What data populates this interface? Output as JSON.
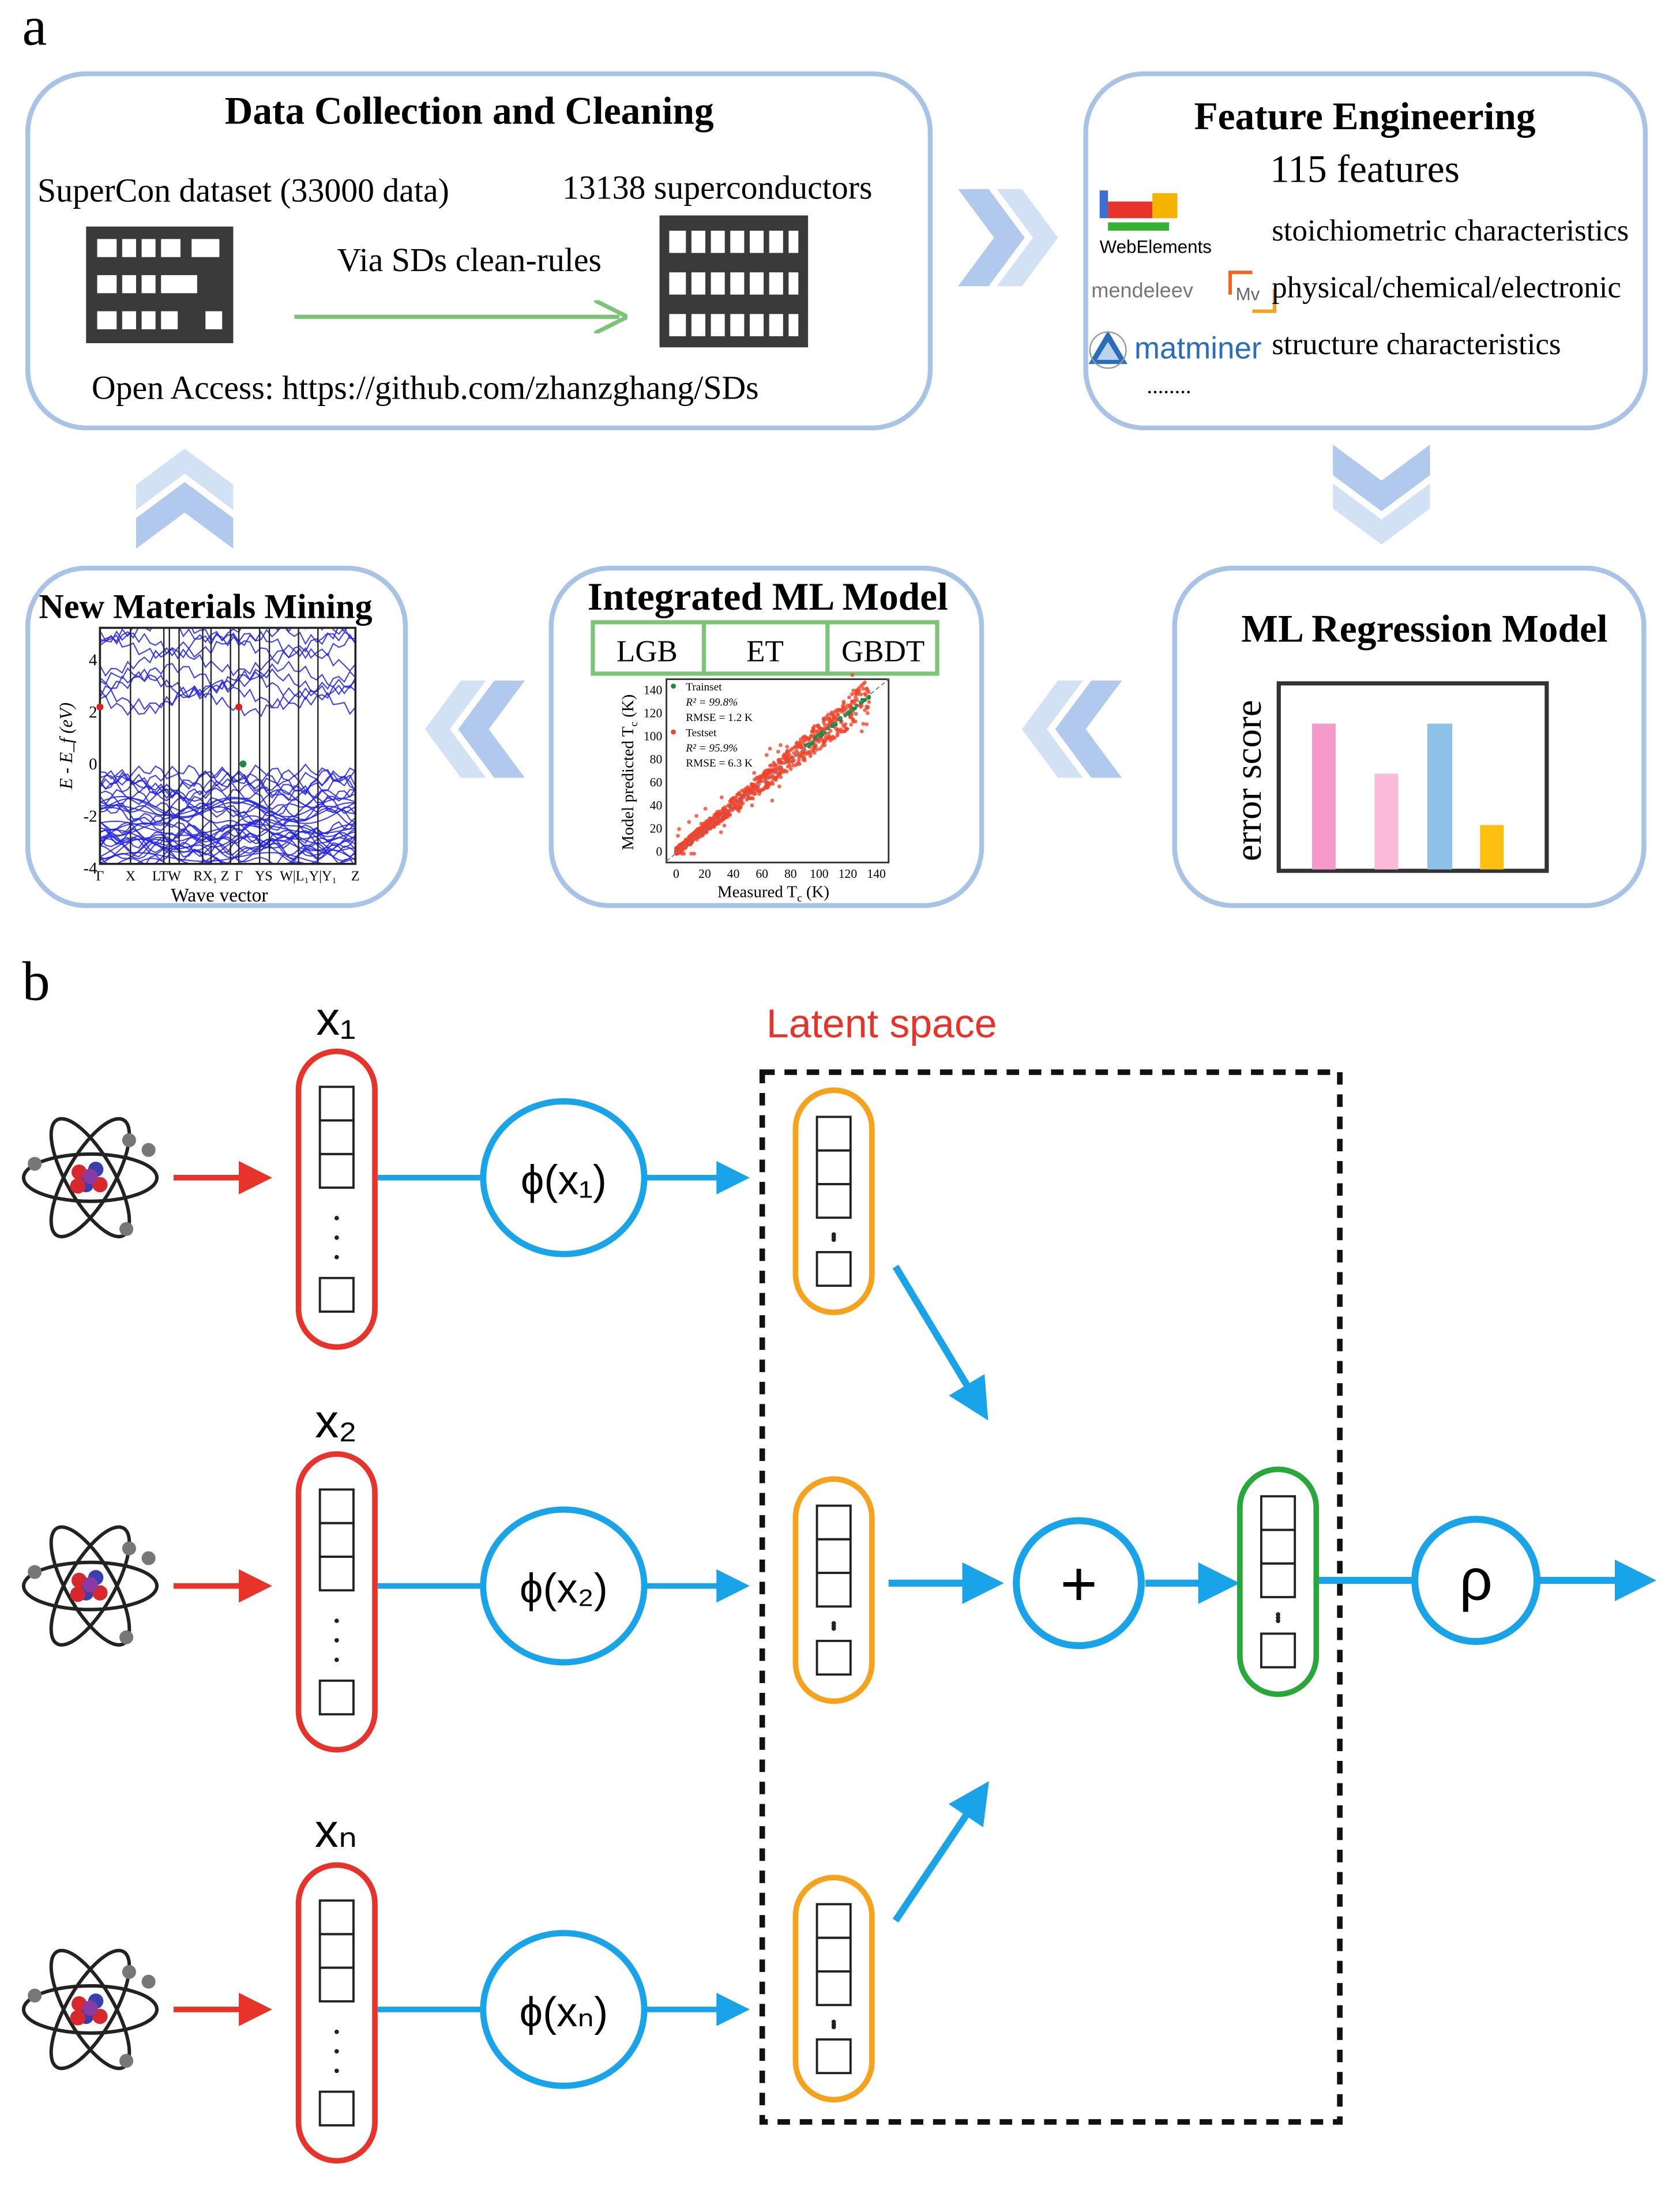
{
  "panel_a": {
    "label": "a",
    "data_collection": {
      "title": "Data Collection and Cleaning",
      "source": "SuperCon dataset (33000 data)",
      "result": "13138 superconductors",
      "process": "Via SDs clean-rules",
      "access": "Open Access: https://github.com/zhanzghang/SDs"
    },
    "feature_engineering": {
      "title": "Feature Engineering",
      "count": "115 features",
      "sources": [
        {
          "name": "WebElements",
          "feature": "stoichiometric characteristics"
        },
        {
          "name": "mendeleev",
          "feature": "physical/chemical/electronic"
        },
        {
          "name": "matminer",
          "feature": "structure characteristics"
        }
      ],
      "mv_logo": "Mv",
      "more": "........"
    },
    "ml_regression": {
      "title": "ML Regression Model",
      "ylabel": "error score",
      "bar_colors": [
        "#f59ac8",
        "#fbbad9",
        "#8ec0e8",
        "#fdc010"
      ]
    },
    "integrated_model": {
      "title": "Integrated ML Model",
      "models": [
        "LGB",
        "ET",
        "GBDT"
      ],
      "plot": {
        "xlabel": "Measured T",
        "xlabel_sub": "c",
        "xlabel_unit": " (K)",
        "ylabel": "Model predicted T",
        "ylabel_sub": "c",
        "ylabel_unit": " (K)",
        "xticks": [
          "0",
          "20",
          "40",
          "60",
          "80",
          "100",
          "120",
          "140"
        ],
        "yticks": [
          "0",
          "20",
          "40",
          "60",
          "80",
          "100",
          "120",
          "140"
        ],
        "legend": {
          "train": "Trainset",
          "train_r2": "R² = 99.8%",
          "train_rmse": "RMSE = 1.2 K",
          "test": "Testset",
          "test_r2": "R² = 95.9%",
          "test_rmse": "RMSE = 6.3 K"
        },
        "train_color": "#1f8a3a",
        "test_color": "#f2442a"
      }
    },
    "materials_mining": {
      "title": "New Materials Mining",
      "ylabel": "E - E_f (eV)",
      "xlabel": "Wave vector",
      "yticks": [
        "4",
        "2",
        "0",
        "-2",
        "-4"
      ],
      "kpoints": [
        "Γ",
        "X",
        "LTW",
        "RX₁",
        "Z",
        "Γ",
        "YS",
        "W|L₁Y|Y₁",
        "Z"
      ],
      "band_color": "#2323e6"
    },
    "chevron_color": "#a9c3ea"
  },
  "panel_b": {
    "label": "b",
    "inputs": [
      {
        "label": "x₁",
        "phi": "ϕ(x₁)"
      },
      {
        "label": "x₂",
        "phi": "ϕ(x₂)"
      },
      {
        "label": "xₙ",
        "phi": "ϕ(xₙ)"
      }
    ],
    "latent_label": "Latent space",
    "sum_symbol": "+",
    "rho_symbol": "ρ",
    "colors": {
      "red": "#e8332a",
      "blue": "#19a3e8",
      "orange": "#f6a21c",
      "green": "#29a83a",
      "latent": "#e8332a"
    }
  }
}
